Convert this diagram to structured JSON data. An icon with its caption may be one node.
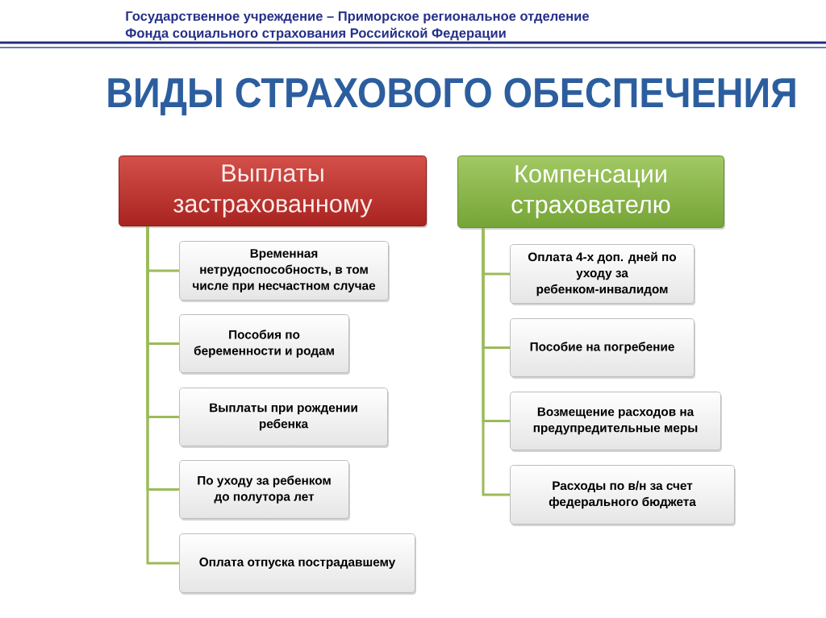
{
  "diagram": {
    "title": "ВИДЫ СТРАХОВОГО ОБЕСПЕЧЕНИЯ",
    "nodes": [
      {
        "text": [
          "Выплаты застрахованному"
        ]
      },
      {
        "text": [
          "Компенсации страхователю"
        ]
      },
      {
        "text": [
          "Временная нетрудоспособность, в том числе при несчастном случае"
        ]
      },
      {
        "text": [
          "Пособия по беременности и родам"
        ]
      },
      {
        "text": [
          "Выплаты при рождении ребенка"
        ]
      },
      {
        "text": [
          "По уходу за ребенком до полутора лет"
        ]
      },
      {
        "text": [
          "Оплата отпуска пострадавшему"
        ]
      },
      {
        "text": [
          "Оплата 4-х доп. дней по уходу за ребенком-инвалидом"
        ]
      },
      {
        "text": [
          "Пособие на погребение"
        ]
      },
      {
        "text": [
          "Возмещение расходов на предупредительные меры"
        ]
      },
      {
        "text": [
          "Расходы по в/н за счет федерального бюджета"
        ]
      }
    ],
    "edges": [
      {
        "from": 0,
        "to": 2,
        "arrow": "none"
      },
      {
        "from": 0,
        "to": 3,
        "arrow": "none"
      },
      {
        "from": 0,
        "to": 4,
        "arrow": "none"
      },
      {
        "from": 0,
        "to": 5,
        "arrow": "none"
      },
      {
        "from": 0,
        "to": 6,
        "arrow": "none"
      },
      {
        "from": 1,
        "to": 7,
        "arrow": "none"
      },
      {
        "from": 1,
        "to": 8,
        "arrow": "none"
      },
      {
        "from": 1,
        "to": 9,
        "arrow": "none"
      },
      {
        "from": 1,
        "to": 10,
        "arrow": "none"
      }
    ],
    "labels": [
      "Государственное учреждение – Приморское региональное отделение Фонда социального страхования Российской Федерации"
    ]
  }
}
